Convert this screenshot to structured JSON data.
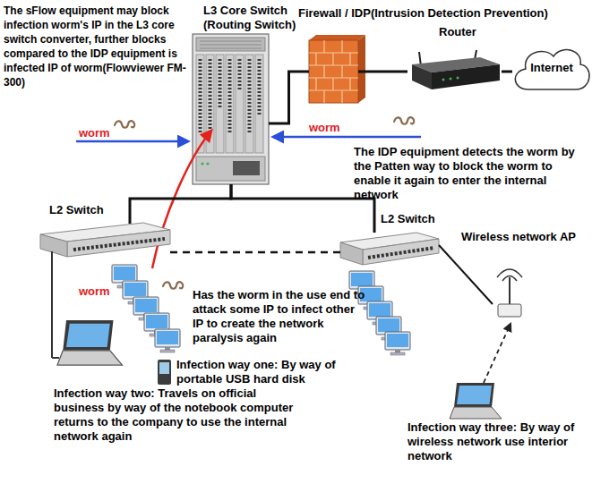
{
  "diagram": {
    "nodes": [
      {
        "text": [
          "L3 Core Switch (Routing Switch)"
        ]
      },
      {
        "text": [
          "Firewall / IDP(Intrusion Detection Prevention)"
        ]
      },
      {
        "text": [
          "Router"
        ]
      },
      {
        "text": [
          "Internet"
        ]
      },
      {
        "text": [
          "L2 Switch"
        ]
      },
      {
        "text": [
          "L2 Switch"
        ]
      },
      {
        "text": [
          "Wireless network AP"
        ]
      }
    ],
    "edges": [
      {
        "from": 0,
        "to": 1,
        "arrow": "none"
      },
      {
        "from": 1,
        "to": 2,
        "arrow": "none"
      },
      {
        "from": 2,
        "to": 3,
        "arrow": "none"
      },
      {
        "from": 0,
        "to": 4,
        "arrow": "none"
      },
      {
        "from": 0,
        "to": 5,
        "arrow": "none"
      },
      {
        "from": 4,
        "to": 5,
        "arrow": "none"
      },
      {
        "from": 5,
        "to": 6,
        "arrow": "none"
      }
    ],
    "labels": [
      "The sFlow equipment may block infection worm's IP in the L3 core switch converter, further blocks compared to the IDP equipment is infected IP of worm(Flowviewer FM-300)",
      "The IDP equipment detects the worm by the Patten way to block the worm to enable it again to enter the internal network",
      "Has the worm in the use end to attack some IP to infect other IP to create the network paralysis again",
      "Infection way one: By way of portable USB hard disk",
      "Infection way two: Travels on official business by way of the notebook computer returns to the company to use the internal network again",
      "Infection way three: By way of wireless network use interior network",
      "worm",
      "worm",
      "worm"
    ]
  }
}
